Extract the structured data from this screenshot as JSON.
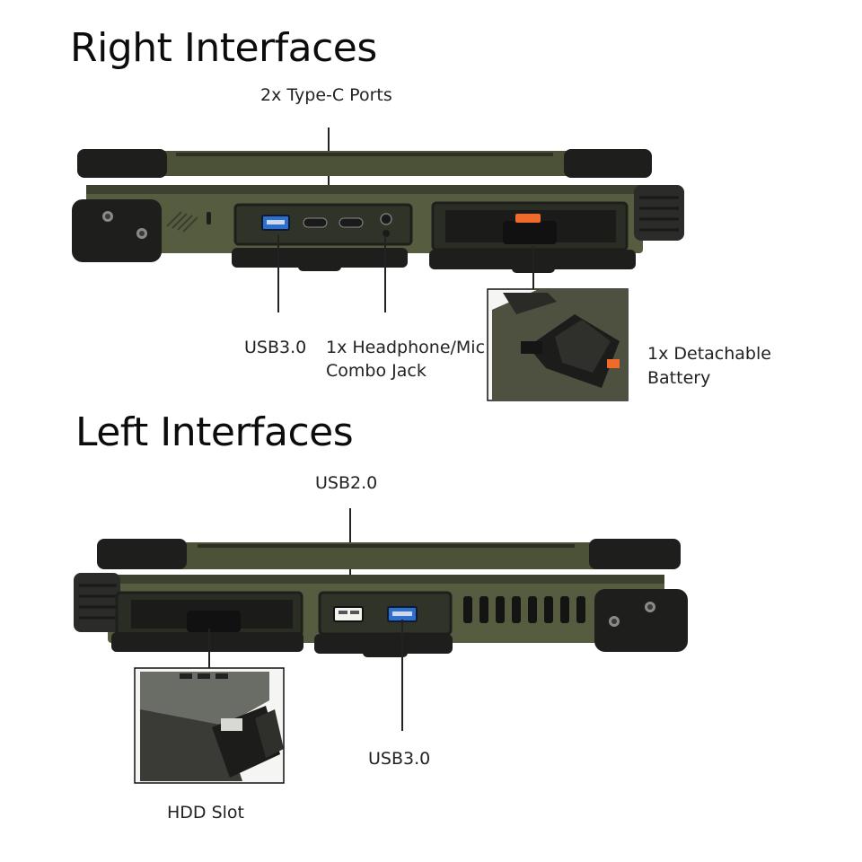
{
  "right_section": {
    "title": "Right Interfaces",
    "callouts": {
      "type_c": "2x Type-C Ports",
      "usb3": "USB3.0",
      "headphone_line1": "1x Headphone/Mic",
      "headphone_line2": "Combo Jack",
      "battery_line1": "1x Detachable",
      "battery_line2": "Battery"
    }
  },
  "left_section": {
    "title": "Left Interfaces",
    "callouts": {
      "usb2": "USB2.0",
      "usb3": "USB3.0",
      "hdd": "HDD Slot"
    }
  },
  "colors": {
    "chassis_green": "#4b5238",
    "rubber_black": "#1e1f1d",
    "usb3_blue": "#2a6fd1",
    "battery_tab_orange": "#f06a2a"
  }
}
